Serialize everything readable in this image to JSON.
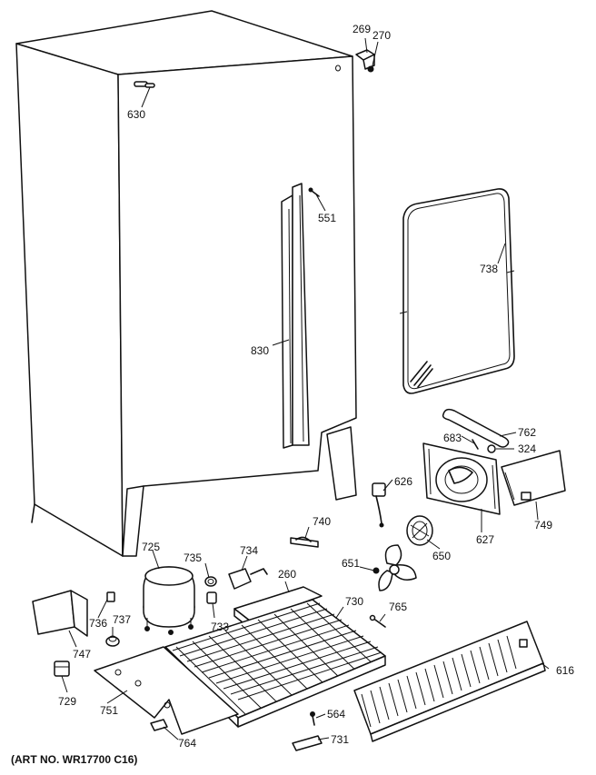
{
  "art_number": "(ART NO. WR17700 C16)",
  "labels": {
    "p269": "269",
    "p270": "270",
    "p630": "630",
    "p551": "551",
    "p738": "738",
    "p830": "830",
    "p762": "762",
    "p683": "683",
    "p324": "324",
    "p626": "626",
    "p740": "740",
    "p627": "627",
    "p749": "749",
    "p725": "725",
    "p735": "735",
    "p734": "734",
    "p260": "260",
    "p651": "651",
    "p650": "650",
    "p730": "730",
    "p765": "765",
    "p736": "736",
    "p737": "737",
    "p733": "733",
    "p747": "747",
    "p616": "616",
    "p729": "729",
    "p751": "751",
    "p564": "564",
    "p764": "764",
    "p731": "731"
  }
}
